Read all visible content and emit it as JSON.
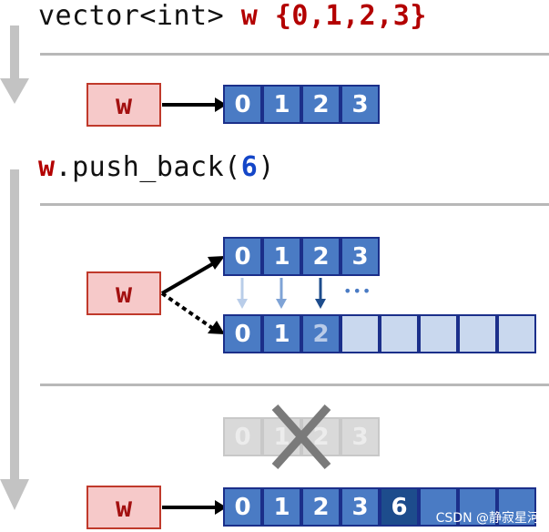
{
  "step1": {
    "code_type": "vector<int>",
    "code_var": "w",
    "code_init": "{0,1,2,3}",
    "w_label": "w",
    "cells": [
      "0",
      "1",
      "2",
      "3"
    ]
  },
  "step2": {
    "code_var": "w",
    "code_method": ".push_back(",
    "code_arg": "6",
    "code_close": ")",
    "w_label": "w",
    "old_cells": [
      "0",
      "1",
      "2",
      "3"
    ],
    "new_cells": [
      "0",
      "1",
      "2",
      "",
      "",
      "",
      "",
      ""
    ],
    "ellipsis": "•••"
  },
  "step3": {
    "ghost_cells": [
      "0",
      "1",
      "2",
      "3"
    ],
    "w_label": "w",
    "final_cells": [
      "0",
      "1",
      "2",
      "3",
      "6",
      "",
      "",
      ""
    ]
  },
  "watermark": "CSDN @静寂星河",
  "colors": {
    "cell_fill": "#4a7bc4",
    "cell_empty": "#c9d8ee",
    "cell_new": "#1d4c8c",
    "border": "#1b2f8a",
    "w_fill": "#f6c9c9",
    "w_border": "#c0392b",
    "keyword_red": "#b30000",
    "keyword_blue": "#1446c8"
  }
}
